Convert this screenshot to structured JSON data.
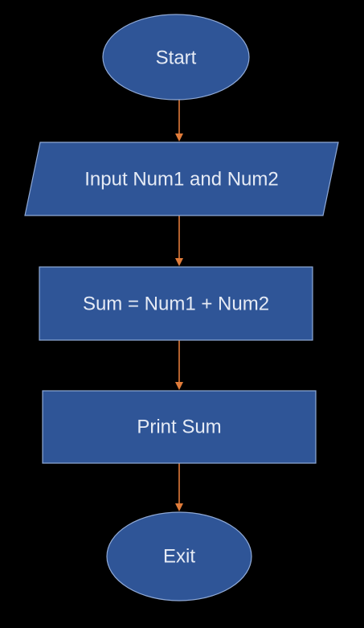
{
  "flowchart": {
    "nodes": [
      {
        "id": "start",
        "shape": "ellipse",
        "label": "Start"
      },
      {
        "id": "input",
        "shape": "parallelogram",
        "label": "Input Num1 and Num2"
      },
      {
        "id": "compute",
        "shape": "rectangle",
        "label": "Sum = Num1 + Num2"
      },
      {
        "id": "print",
        "shape": "rectangle",
        "label": "Print Sum"
      },
      {
        "id": "exit",
        "shape": "ellipse",
        "label": "Exit"
      }
    ],
    "edges": [
      {
        "from": "start",
        "to": "input"
      },
      {
        "from": "input",
        "to": "compute"
      },
      {
        "from": "compute",
        "to": "print"
      },
      {
        "from": "print",
        "to": "exit"
      }
    ]
  },
  "colors": {
    "background": "#000000",
    "node_fill": "#2f5597",
    "node_border": "#8fa9d6",
    "label_text": "#e6ebf5",
    "connector": "#e07b39"
  }
}
